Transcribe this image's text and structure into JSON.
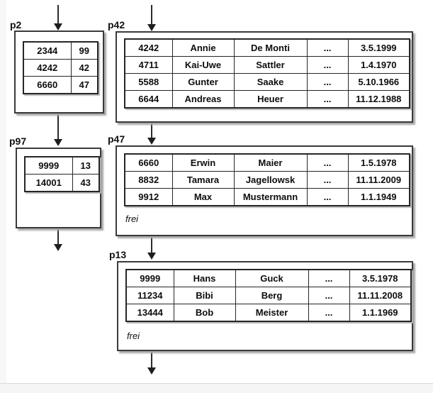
{
  "colors": {
    "border": "#3a3a3a",
    "shadow": "#a8a8a8",
    "background": "#ffffff",
    "text": "#111111"
  },
  "pages": {
    "p2": {
      "label": "p2",
      "rows": [
        [
          "2344",
          "99"
        ],
        [
          "4242",
          "42"
        ],
        [
          "6660",
          "47"
        ]
      ]
    },
    "p42": {
      "label": "p42",
      "rows": [
        [
          "4242",
          "Annie",
          "De Monti",
          "...",
          "3.5.1999"
        ],
        [
          "4711",
          "Kai-Uwe",
          "Sattler",
          "...",
          "1.4.1970"
        ],
        [
          "5588",
          "Gunter",
          "Saake",
          "...",
          "5.10.1966"
        ],
        [
          "6644",
          "Andreas",
          "Heuer",
          "...",
          "11.12.1988"
        ]
      ]
    },
    "p97": {
      "label": "p97",
      "rows": [
        [
          "9999",
          "13"
        ],
        [
          "14001",
          "43"
        ]
      ]
    },
    "p47": {
      "label": "p47",
      "free_label": "frei",
      "rows": [
        [
          "6660",
          "Erwin",
          "Maier",
          "...",
          "1.5.1978"
        ],
        [
          "8832",
          "Tamara",
          "Jagellowsk",
          "...",
          "11.11.2009"
        ],
        [
          "9912",
          "Max",
          "Mustermann",
          "...",
          "1.1.1949"
        ]
      ]
    },
    "p13": {
      "label": "p13",
      "free_label": "frei",
      "rows": [
        [
          "9999",
          "Hans",
          "Guck",
          "...",
          "3.5.1978"
        ],
        [
          "11234",
          "Bibi",
          "Berg",
          "...",
          "11.11.2008"
        ],
        [
          "13444",
          "Bob",
          "Meister",
          "...",
          "1.1.1969"
        ]
      ]
    }
  },
  "links": [
    {
      "from": "top",
      "to": "p2"
    },
    {
      "from": "top",
      "to": "p42"
    },
    {
      "from": "p2",
      "to": "p97"
    },
    {
      "from": "p97",
      "to": "next"
    },
    {
      "from": "p42",
      "to": "p47"
    },
    {
      "from": "p47",
      "to": "p13"
    },
    {
      "from": "p13",
      "to": "next"
    }
  ]
}
